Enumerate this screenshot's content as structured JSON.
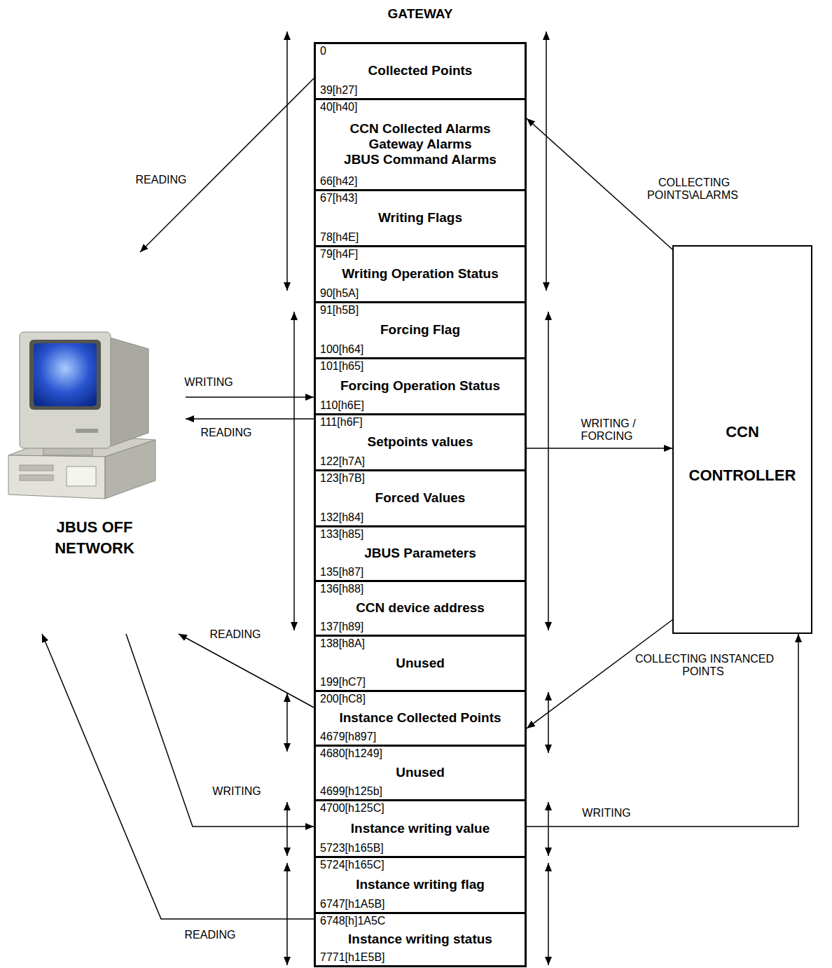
{
  "diagram": {
    "nodes": [
      {
        "text": [
          "GATEWAY"
        ]
      },
      {
        "text": [
          "0",
          "Collected Points",
          "39[h27]"
        ],
        "in": 0
      },
      {
        "text": [
          "40[h40]",
          "CCN Collected Alarms",
          "Gateway Alarms",
          "JBUS Command Alarms",
          "66[h42]"
        ],
        "in": 0
      },
      {
        "text": [
          "67[h43]",
          "Writing Flags",
          "78[h4E]"
        ],
        "in": 0
      },
      {
        "text": [
          "79[h4F]",
          "Writing Operation Status",
          "90[h5A]"
        ],
        "in": 0
      },
      {
        "text": [
          "91[h5B]",
          "Forcing Flag",
          "100[h64]"
        ],
        "in": 0
      },
      {
        "text": [
          "101[h65]",
          "Forcing Operation Status",
          "110[h6E]"
        ],
        "in": 0
      },
      {
        "text": [
          "111[h6F]",
          "Setpoints values",
          "122[h7A]"
        ],
        "in": 0
      },
      {
        "text": [
          "123[h7B]",
          "Forced Values",
          "132[h84]"
        ],
        "in": 0
      },
      {
        "text": [
          "133[h85]",
          "JBUS Parameters",
          "135[h87]"
        ],
        "in": 0
      },
      {
        "text": [
          "136[h88]",
          "CCN device address",
          "137[h89]"
        ],
        "in": 0
      },
      {
        "text": [
          "138[h8A]",
          "Unused",
          "199[hC7]"
        ],
        "in": 0
      },
      {
        "text": [
          "200[hC8]",
          "Instance Collected Points",
          "4679[h897]"
        ],
        "in": 0
      },
      {
        "text": [
          "4680[h1249]",
          "Unused",
          "4699[h125b]"
        ],
        "in": 0
      },
      {
        "text": [
          "4700[h125C]",
          "Instance writing value",
          "5723[h165B]"
        ],
        "in": 0
      },
      {
        "text": [
          "5724[h165C]",
          "Instance writing flag",
          "6747[h1A5B]"
        ],
        "in": 0
      },
      {
        "text": [
          "6748[h]1A5C",
          "Instance writing status",
          "7771[h1E5B]"
        ],
        "in": 0
      },
      {
        "text": [
          "JBUS OFF NETWORK"
        ]
      },
      {
        "text": [
          "CCN",
          "CONTROLLER"
        ]
      }
    ],
    "edges": [
      {
        "from": 1,
        "to": 17,
        "arrow": "to",
        "label": "READING"
      },
      {
        "from": 17,
        "to": 6,
        "arrow": "to",
        "label": "WRITING"
      },
      {
        "from": 7,
        "to": 17,
        "arrow": "to",
        "label": "READING"
      },
      {
        "from": 7,
        "to": 18,
        "arrow": "to",
        "label": "WRITING / FORCING"
      },
      {
        "from": 18,
        "to": 2,
        "arrow": "to",
        "label": "COLLECTING POINTS\\ALARMS"
      },
      {
        "from": 18,
        "to": 12,
        "arrow": "to",
        "label": "COLLECTING INSTANCED POINTS"
      },
      {
        "from": 12,
        "to": 17,
        "arrow": "to",
        "label": "READING"
      },
      {
        "from": 17,
        "to": 14,
        "arrow": "to",
        "label": "WRITING"
      },
      {
        "from": 14,
        "to": 18,
        "arrow": "to",
        "label": "WRITING"
      },
      {
        "from": 16,
        "to": 17,
        "arrow": "to",
        "label": "READING"
      }
    ]
  }
}
